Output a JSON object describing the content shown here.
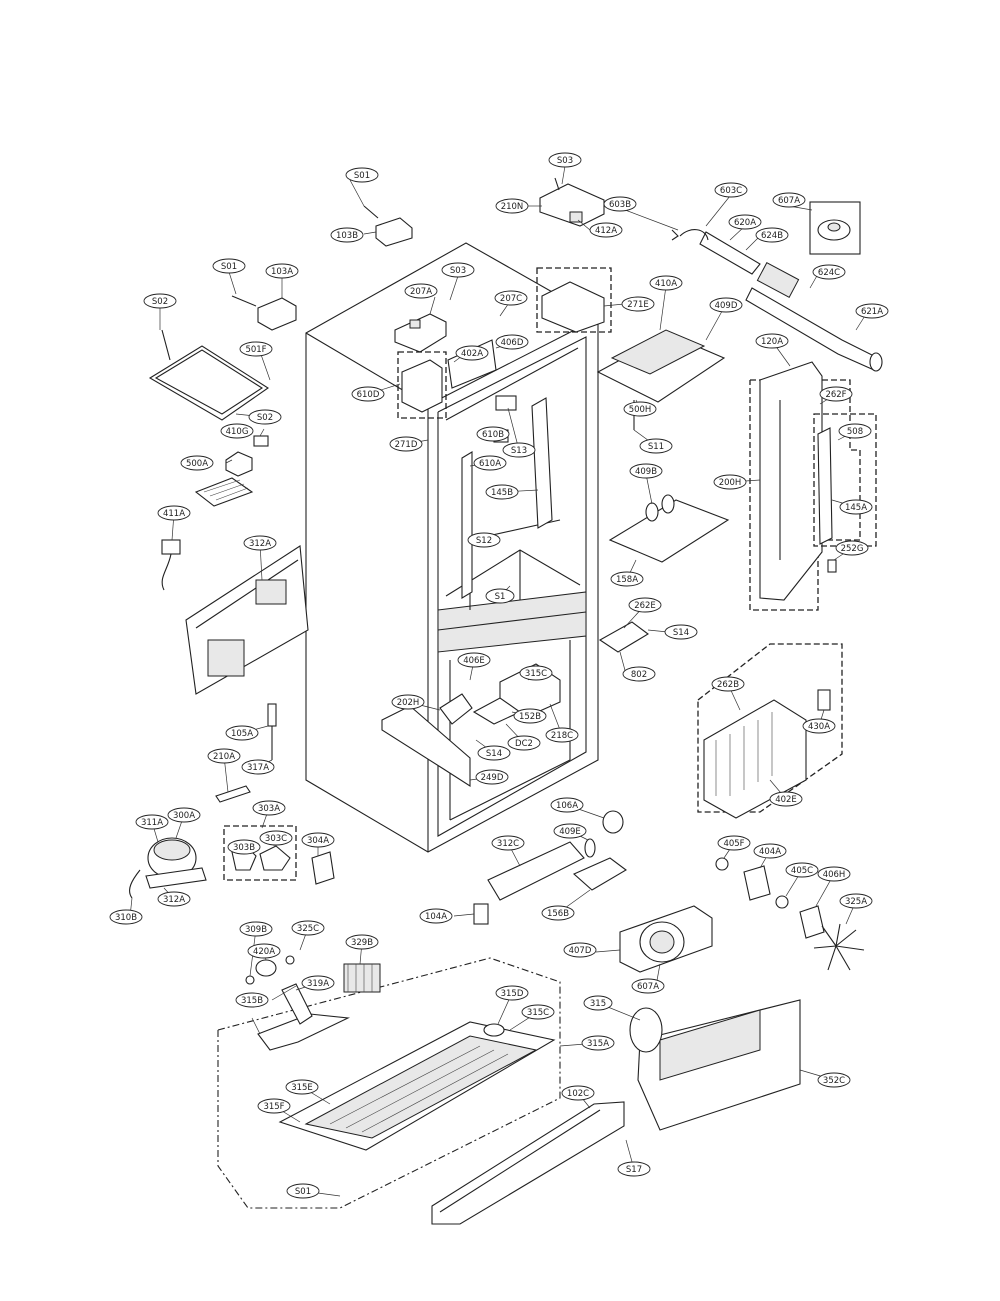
{
  "callouts": [
    {
      "id": "c-s01a",
      "label": "S01"
    },
    {
      "id": "c-503",
      "label": "S03"
    },
    {
      "id": "c-210n",
      "label": "210N"
    },
    {
      "id": "c-603b",
      "label": "603B"
    },
    {
      "id": "c-603c",
      "label": "603C"
    },
    {
      "id": "c-607a",
      "label": "607A"
    },
    {
      "id": "c-103b",
      "label": "103B"
    },
    {
      "id": "c-412a",
      "label": "412A"
    },
    {
      "id": "c-620a",
      "label": "620A"
    },
    {
      "id": "c-624b",
      "label": "624B"
    },
    {
      "id": "c-s01b",
      "label": "S01"
    },
    {
      "id": "c-103a",
      "label": "103A"
    },
    {
      "id": "c-s03b",
      "label": "S03"
    },
    {
      "id": "c-207a",
      "label": "207A"
    },
    {
      "id": "c-624c",
      "label": "624C"
    },
    {
      "id": "c-s02a",
      "label": "S02"
    },
    {
      "id": "c-207c",
      "label": "207C"
    },
    {
      "id": "c-271e",
      "label": "271E"
    },
    {
      "id": "c-410a",
      "label": "410A"
    },
    {
      "id": "c-409d",
      "label": "409D"
    },
    {
      "id": "c-621a",
      "label": "621A"
    },
    {
      "id": "c-501f",
      "label": "501F"
    },
    {
      "id": "c-402a",
      "label": "402A"
    },
    {
      "id": "c-406d",
      "label": "406D"
    },
    {
      "id": "c-120a",
      "label": "120A"
    },
    {
      "id": "c-610d",
      "label": "610D"
    },
    {
      "id": "c-262f",
      "label": "262F"
    },
    {
      "id": "c-s02b",
      "label": "S02"
    },
    {
      "id": "c-410g",
      "label": "410G"
    },
    {
      "id": "c-610b",
      "label": "610B"
    },
    {
      "id": "c-271d",
      "label": "271D"
    },
    {
      "id": "c-s13",
      "label": "S13"
    },
    {
      "id": "c-500h",
      "label": "500H"
    },
    {
      "id": "c-s11",
      "label": "S11"
    },
    {
      "id": "c-508",
      "label": "508"
    },
    {
      "id": "c-500a",
      "label": "500A"
    },
    {
      "id": "c-610a",
      "label": "610A"
    },
    {
      "id": "c-409b",
      "label": "409B"
    },
    {
      "id": "c-200h",
      "label": "200H"
    },
    {
      "id": "c-145b",
      "label": "145B"
    },
    {
      "id": "c-145a",
      "label": "145A"
    },
    {
      "id": "c-411a",
      "label": "411A"
    },
    {
      "id": "c-312a",
      "label": "312A"
    },
    {
      "id": "c-s12",
      "label": "S12"
    },
    {
      "id": "c-252g",
      "label": "252G"
    },
    {
      "id": "c-158a",
      "label": "158A"
    },
    {
      "id": "c-s1",
      "label": "S1"
    },
    {
      "id": "c-262e",
      "label": "262E"
    },
    {
      "id": "c-s14a",
      "label": "S14"
    },
    {
      "id": "c-802",
      "label": "802"
    },
    {
      "id": "c-406e",
      "label": "406E"
    },
    {
      "id": "c-315c",
      "label": "315C"
    },
    {
      "id": "c-262b",
      "label": "262B"
    },
    {
      "id": "c-202h",
      "label": "202H"
    },
    {
      "id": "c-152b",
      "label": "152B"
    },
    {
      "id": "c-430a",
      "label": "430A"
    },
    {
      "id": "c-105a",
      "label": "105A"
    },
    {
      "id": "c-s14b",
      "label": "S14"
    },
    {
      "id": "c-dc2",
      "label": "DC2"
    },
    {
      "id": "c-218c",
      "label": "218C"
    },
    {
      "id": "c-210a",
      "label": "210A"
    },
    {
      "id": "c-317a",
      "label": "317A"
    },
    {
      "id": "c-249d",
      "label": "249D"
    },
    {
      "id": "c-402e",
      "label": "402E"
    },
    {
      "id": "c-303a",
      "label": "303A"
    },
    {
      "id": "c-106a",
      "label": "106A"
    },
    {
      "id": "c-311a",
      "label": "311A"
    },
    {
      "id": "c-300a",
      "label": "300A"
    },
    {
      "id": "c-303b",
      "label": "303B"
    },
    {
      "id": "c-303c",
      "label": "303C"
    },
    {
      "id": "c-304a",
      "label": "304A"
    },
    {
      "id": "c-409e",
      "label": "409E"
    },
    {
      "id": "c-312c",
      "label": "312C"
    },
    {
      "id": "c-405f",
      "label": "405F"
    },
    {
      "id": "c-404a",
      "label": "404A"
    },
    {
      "id": "c-405c",
      "label": "405C"
    },
    {
      "id": "c-406h",
      "label": "406H"
    },
    {
      "id": "c-310b",
      "label": "310B"
    },
    {
      "id": "c-312ab",
      "label": "312A"
    },
    {
      "id": "c-156b",
      "label": "156B"
    },
    {
      "id": "c-325a",
      "label": "325A"
    },
    {
      "id": "c-104a",
      "label": "104A"
    },
    {
      "id": "c-309b",
      "label": "309B"
    },
    {
      "id": "c-325c",
      "label": "325C"
    },
    {
      "id": "c-420a",
      "label": "420A"
    },
    {
      "id": "c-329b",
      "label": "329B"
    },
    {
      "id": "c-407d",
      "label": "407D"
    },
    {
      "id": "c-607aa",
      "label": "607A"
    },
    {
      "id": "c-319a",
      "label": "319A"
    },
    {
      "id": "c-315d",
      "label": "315D"
    },
    {
      "id": "c-315",
      "label": "315"
    },
    {
      "id": "c-315b",
      "label": "315B"
    },
    {
      "id": "c-315ca",
      "label": "315C"
    },
    {
      "id": "c-315a",
      "label": "315A"
    },
    {
      "id": "c-352c",
      "label": "352C"
    },
    {
      "id": "c-315e",
      "label": "315E"
    },
    {
      "id": "c-102c",
      "label": "102C"
    },
    {
      "id": "c-315f",
      "label": "315F"
    },
    {
      "id": "c-s17",
      "label": "S17"
    },
    {
      "id": "c-s01c",
      "label": "S01"
    }
  ]
}
